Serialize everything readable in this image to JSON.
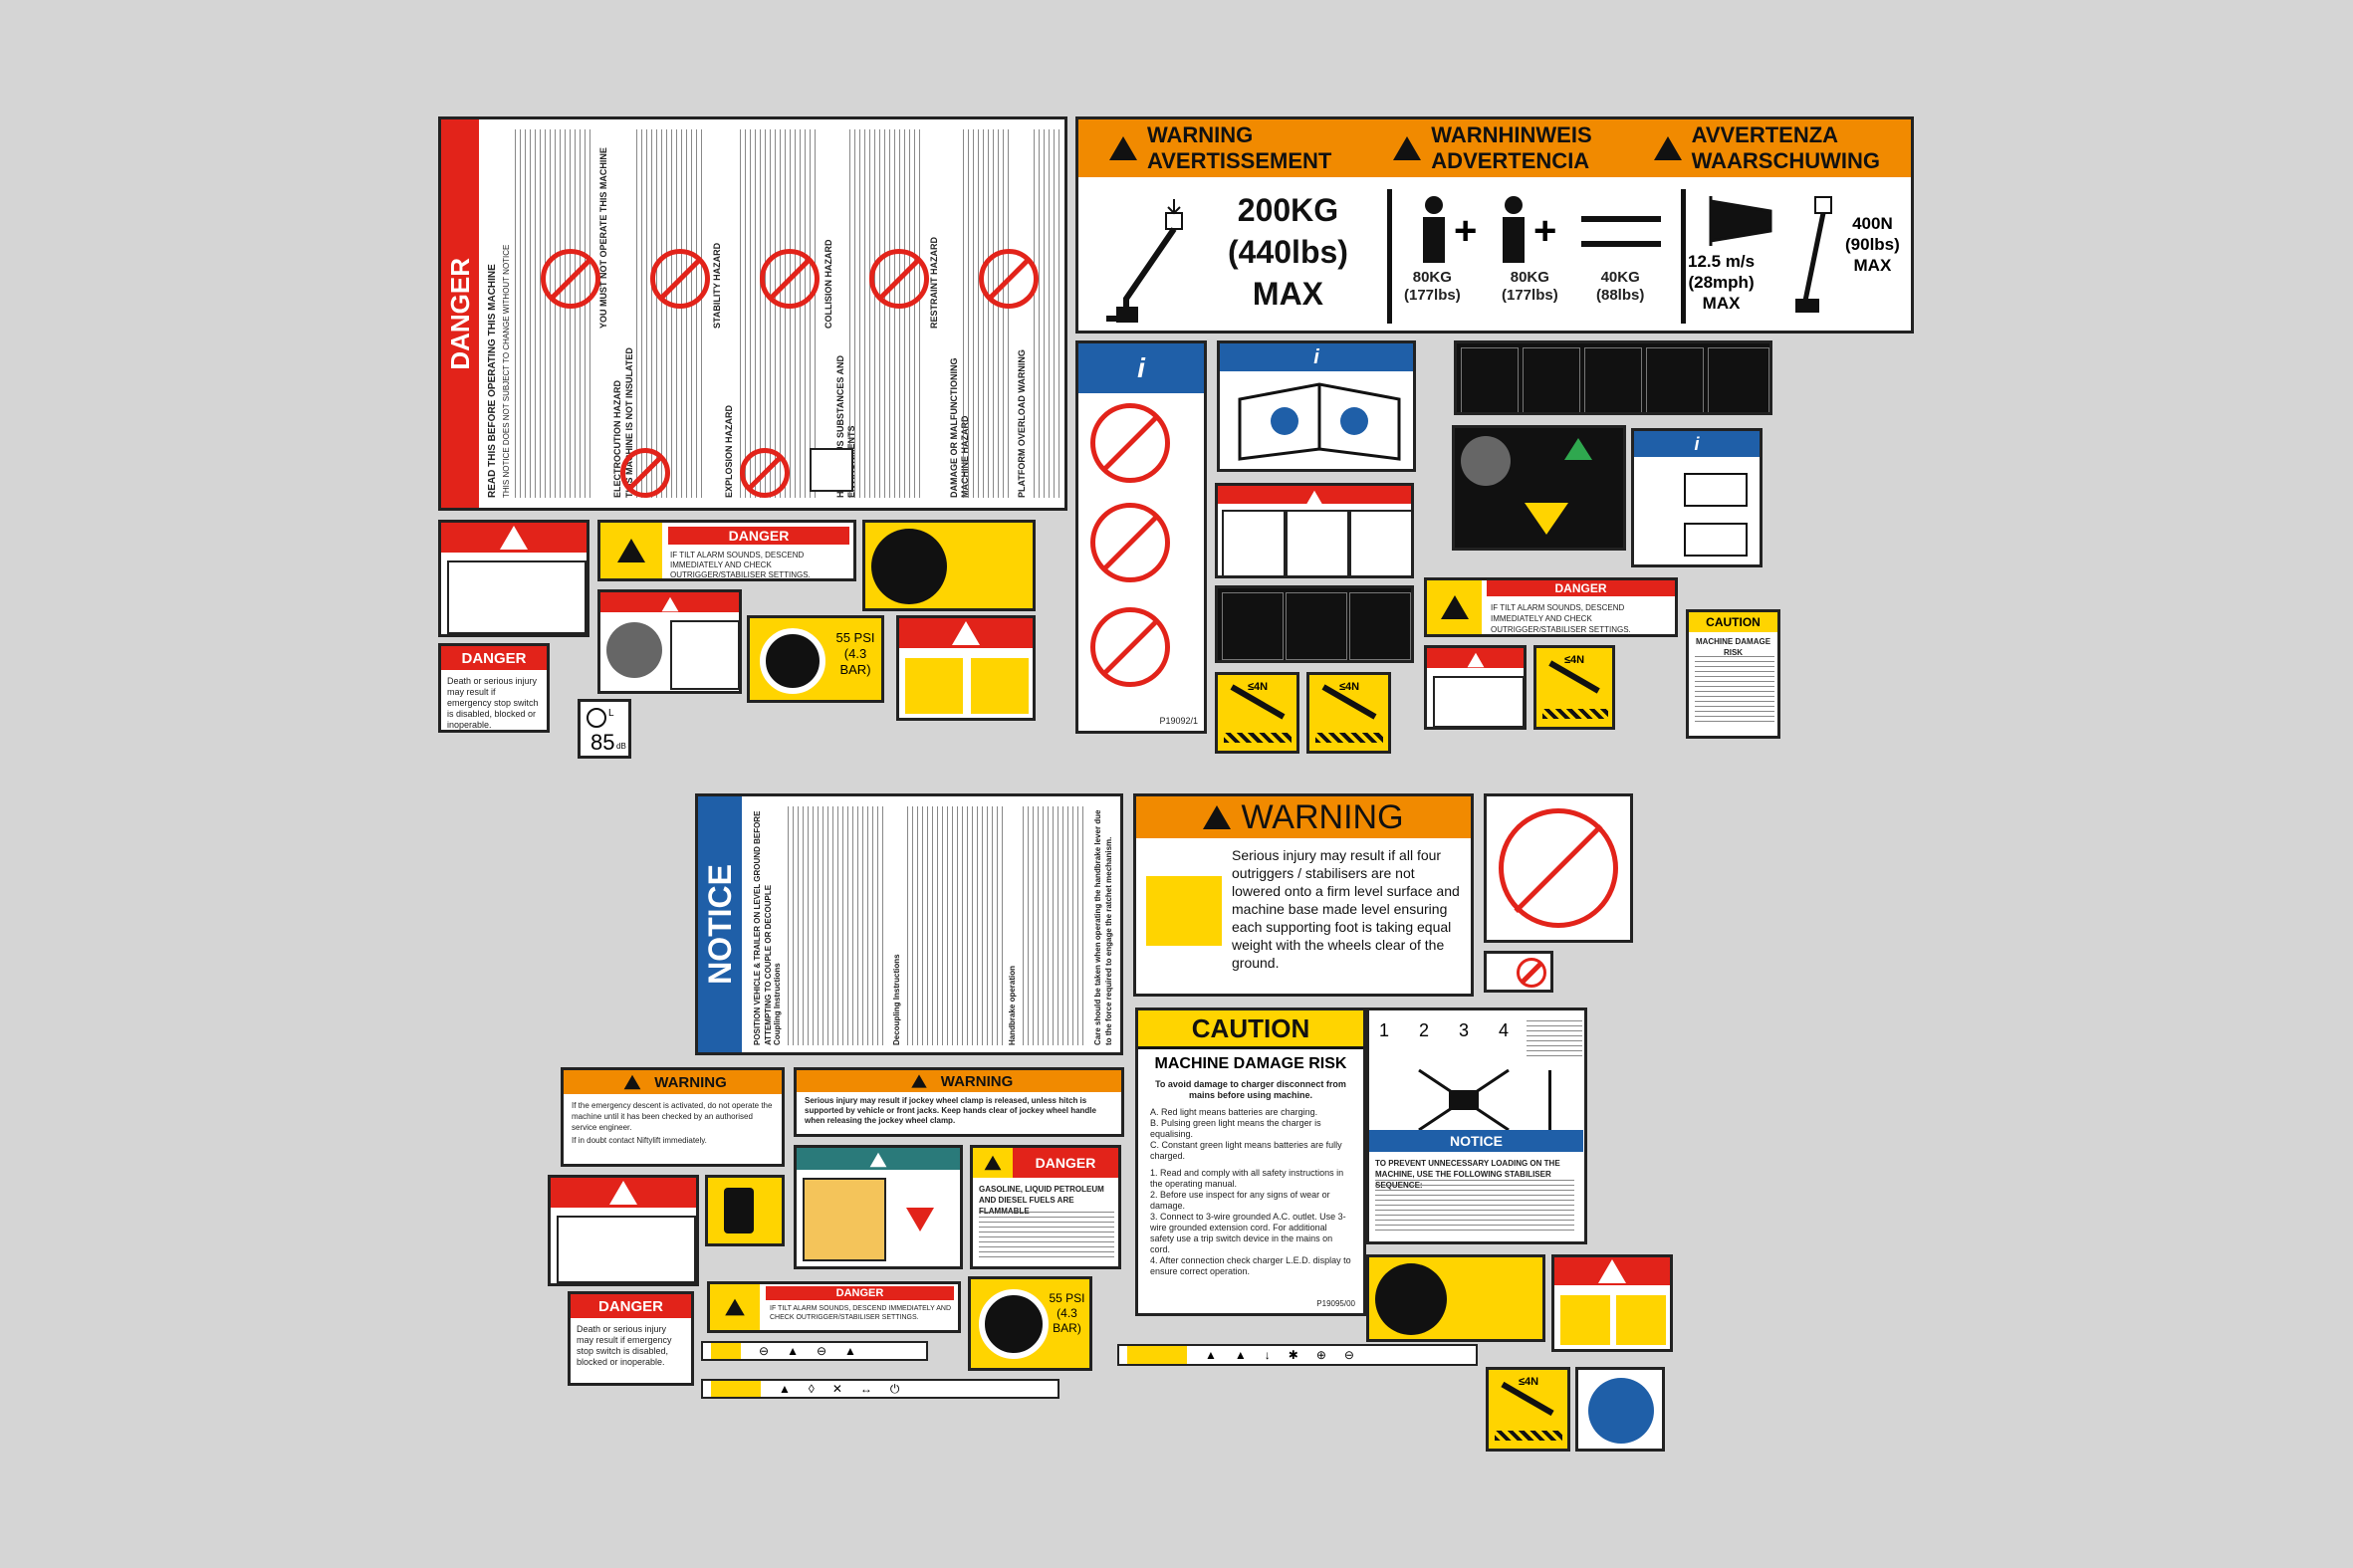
{
  "danger_main": {
    "title": "DANGER",
    "sub1": "READ THIS BEFORE OPERATING THIS MACHINE",
    "sub2": "THIS NOTICE DOES NOT SUBJECT TO CHANGE WITHOUT NOTICE",
    "c1": "YOU MUST NOT OPERATE THIS MACHINE",
    "c2": "ELECTROCUTION HAZARD",
    "c3": "THIS MACHINE IS NOT INSULATED",
    "c4": "STABILITY HAZARD",
    "c5": "EXPLOSION HAZARD",
    "c6": "HAZARDOUS SUBSTANCES AND ENVIRONMENTS",
    "c7": "COLLISION HAZARD",
    "c8": "RESTRAINT HAZARD",
    "c9": "DAMAGE OR MALFUNCTIONING MACHINE HAZARD",
    "c10": "PLATFORM OVERLOAD WARNING"
  },
  "capacity": {
    "w1": "WARNING",
    "w2": "AVERTISSEMENT",
    "w3": "WARNHINWEIS",
    "w4": "ADVERTENCIA",
    "w5": "AVVERTENZA",
    "w6": "WAARSCHUWING",
    "load": "200KG",
    "load_lbs": "(440lbs)",
    "max": "MAX",
    "p1": "80KG",
    "p1l": "(177lbs)",
    "p2": "80KG",
    "p2l": "(177lbs)",
    "tools": "40KG",
    "toolsl": "(88lbs)",
    "wind": "12.5 m/s",
    "windl": "(28mph)",
    "windmax": "MAX",
    "force": "400N",
    "forcel": "(90lbs)",
    "forcemax": "MAX"
  },
  "labels": {
    "danger": "DANGER",
    "danger_text": "IF TILT ALARM SOUNDS, DESCEND IMMEDIATELY AND CHECK OUTRIGGER/STABILISER SETTINGS.",
    "estop_danger": "DANGER",
    "estop_text": "Death or serious injury may result if emergency stop switch is disabled, blocked or inoperable.",
    "psi": "55 PSI",
    "bar": "(4.3 BAR)",
    "db": "85",
    "db_unit": "dB",
    "lwa": "L",
    "caution_small": "CAUTION",
    "mdr_small": "MACHINE DAMAGE RISK",
    "danger_small2": "DANGER",
    "danger_small2_text": "IF TILT ALARM SOUNDS, DESCEND IMMEDIATELY AND CHECK OUTRIGGER/STABILISER SETTINGS.",
    "force_a": "≤4N",
    "force_b": "≤4N",
    "force_c": "≤4N",
    "part": "P19092/1"
  },
  "notice": {
    "title": "NOTICE",
    "heading": "POSITION VEHICLE & TRAILER ON LEVEL GROUND BEFORE ATTEMPTING TO COUPLE OR DECOUPLE",
    "coupling": "Coupling Instructions",
    "decoupling": "Decoupling Instructions",
    "handbrake": "Handbrake operation",
    "footer": "Care should be taken when operating the handbrake lever due to the force required to engage the ratchet mechanism."
  },
  "warning_big": {
    "title": "WARNING",
    "text": "Serious injury may result if all four outriggers / stabilisers are not lowered onto a firm level surface and machine base made level ensuring each supporting foot is taking equal weight with the wheels clear of the ground."
  },
  "caution_big": {
    "title": "CAUTION",
    "sub": "MACHINE DAMAGE RISK",
    "lead": "To avoid damage to charger disconnect from mains before using machine.",
    "a": "A.  Red light means batteries are charging.",
    "b": "B.  Pulsing green light means the charger is equalising.",
    "c": "C.  Constant green light means batteries are fully charged.",
    "s1": "1.  Read and comply with all safety instructions in the operating manual.",
    "s2": "2.  Before use inspect for any signs of wear or damage.",
    "s3": "3.  Connect to 3-wire grounded A.C. outlet. Use 3-wire grounded extension cord. For additional safety use a trip switch device in the mains on cord.",
    "s4": "4.  After connection check charger L.E.D. display to ensure correct operation.",
    "part": "P19095/00"
  },
  "outrigger_notice": {
    "n1": "1",
    "n2": "2",
    "n3": "3",
    "n4": "4",
    "title": "NOTICE",
    "text": "TO PREVENT UNNECESSARY LOADING ON THE MACHINE, USE THE FOLLOWING STABILISER SEQUENCE:"
  },
  "warnings_small": {
    "w1": "WARNING",
    "w1_text": "If the emergency descent is activated, do not operate the machine until it has been checked by an authorised service engineer.",
    "w1_text2": "If in doubt contact Niftylift immediately.",
    "w2": "WARNING",
    "w2_text": "Serious injury may result if jockey wheel clamp is released, unless hitch is supported by vehicle or front jacks. Keep hands clear of jockey wheel handle when releasing the jockey wheel clamp.",
    "d1": "DANGER",
    "d1_text": "GASOLINE, LIQUID PETROLEUM AND DIESEL FUELS ARE FLAMMABLE",
    "d2": "DANGER",
    "d2_text": "IF TILT ALARM SOUNDS, DESCEND IMMEDIATELY AND CHECK OUTRIGGER/STABILISER SETTINGS.",
    "estop": "DANGER",
    "estop_text": "Death or serious injury may result if emergency stop switch is disabled, blocked or inoperable.",
    "psi": "55 PSI",
    "bar": "(4.3 BAR)"
  }
}
